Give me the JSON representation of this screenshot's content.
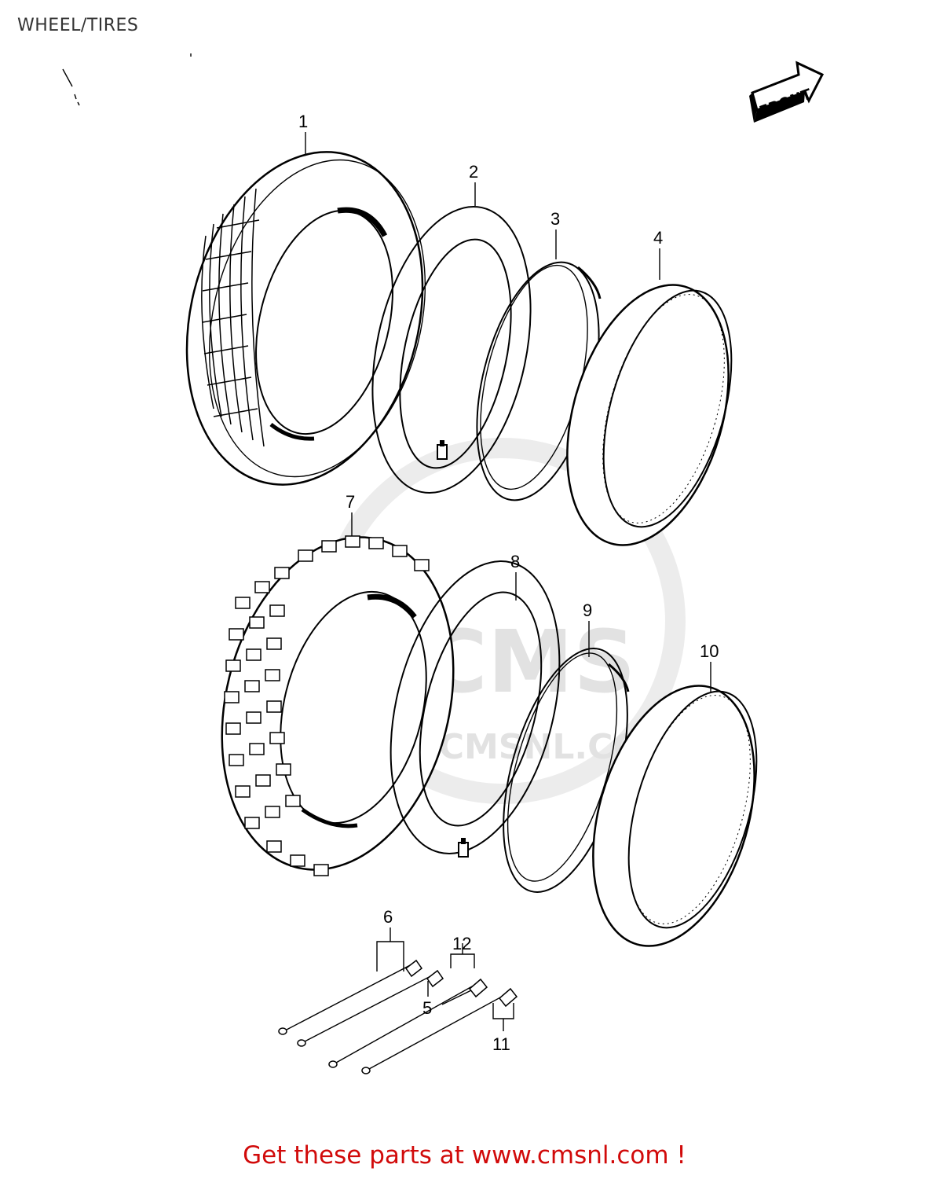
{
  "page": {
    "title": "WHEEL/TIRES",
    "footer": "Get these parts at www.cmsnl.com !"
  },
  "badges": {
    "front": "FRONT"
  },
  "watermark": {
    "logo_text": "CMS",
    "url_text": "WWW.CMSNL.COM"
  },
  "parts": [
    {
      "number": "1"
    },
    {
      "number": "2"
    },
    {
      "number": "3"
    },
    {
      "number": "4"
    },
    {
      "number": "5"
    },
    {
      "number": "6"
    },
    {
      "number": "7"
    },
    {
      "number": "8"
    },
    {
      "number": "9"
    },
    {
      "number": "10"
    },
    {
      "number": "11"
    },
    {
      "number": "12"
    }
  ]
}
